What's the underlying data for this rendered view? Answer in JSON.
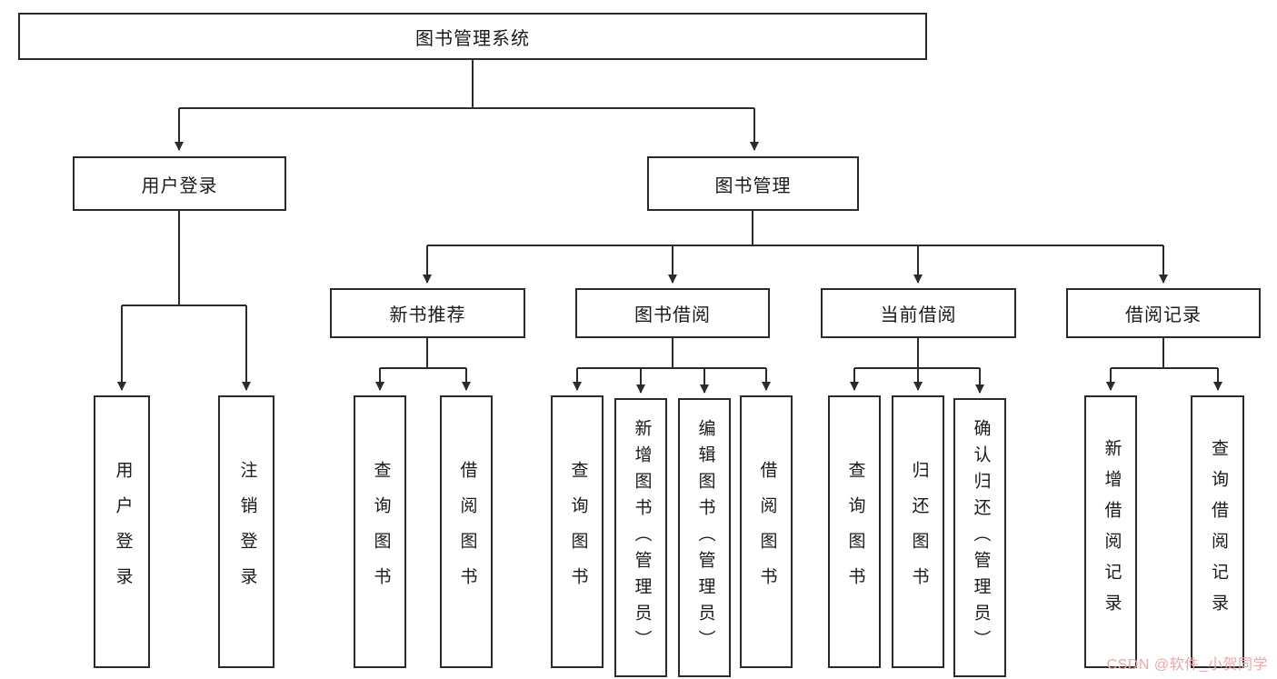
{
  "diagram": {
    "root": {
      "label": "图书管理系统"
    },
    "branches": [
      {
        "label": "用户登录",
        "children": [
          {
            "label": "用户登录"
          },
          {
            "label": "注销登录"
          }
        ]
      },
      {
        "label": "图书管理",
        "children": [
          {
            "label": "新书推荐",
            "children": [
              {
                "label": "查询图书"
              },
              {
                "label": "借阅图书"
              }
            ]
          },
          {
            "label": "图书借阅",
            "children": [
              {
                "label": "查询图书"
              },
              {
                "label": "新增图书（管理员）"
              },
              {
                "label": "编辑图书（管理员）"
              },
              {
                "label": "借阅图书"
              }
            ]
          },
          {
            "label": "当前借阅",
            "children": [
              {
                "label": "查询图书"
              },
              {
                "label": "归还图书"
              },
              {
                "label": "确认归还（管理员）"
              }
            ]
          },
          {
            "label": "借阅记录",
            "children": [
              {
                "label": "新增借阅记录"
              },
              {
                "label": "查询借阅记录"
              }
            ]
          }
        ]
      }
    ]
  },
  "colors": {
    "line": "#2b2b2b",
    "watermark": "#f0a6a6"
  },
  "watermark": "CSDN @软件_小贺同学"
}
